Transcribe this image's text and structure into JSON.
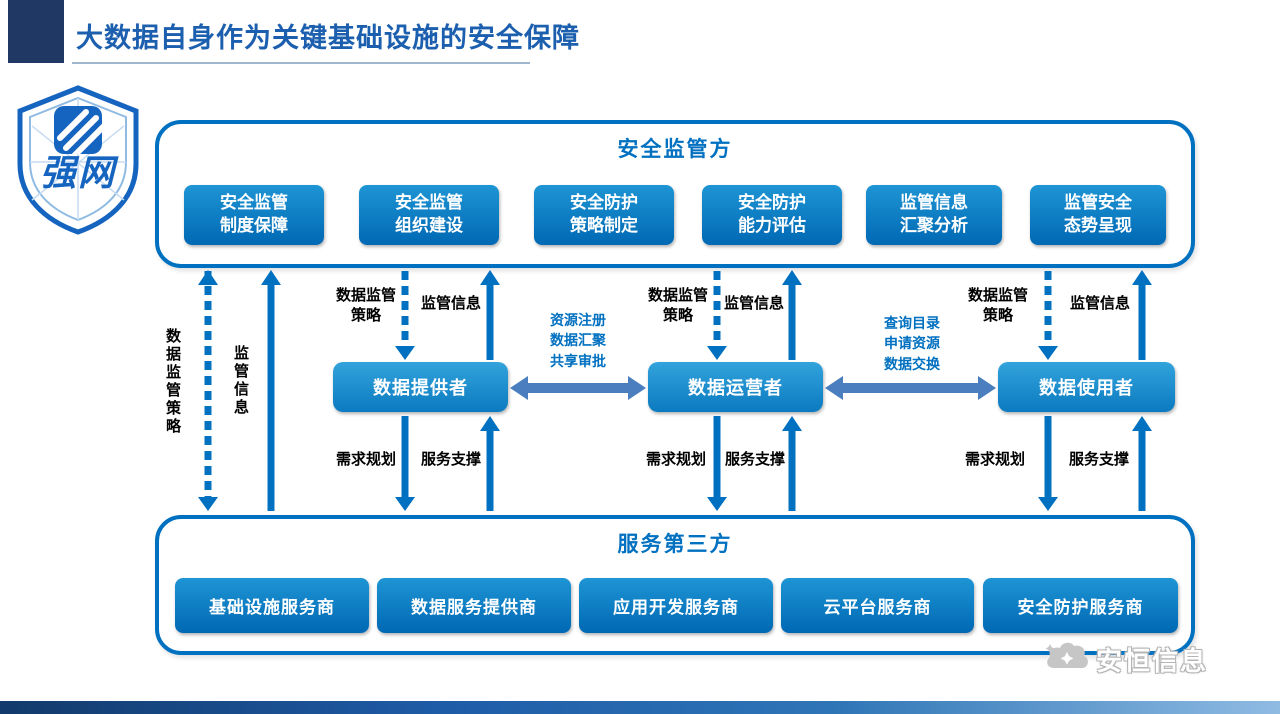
{
  "title": "大数据自身作为关键基础设施的安全保障",
  "logo": {
    "text": "强网"
  },
  "regulator": {
    "title": "安全监管方",
    "boxes": [
      "安全监管\n制度保障",
      "安全监管\n组织建设",
      "安全防护\n策略制定",
      "安全防护\n能力评估",
      "监管信息\n汇聚分析",
      "监管安全\n态势呈现"
    ]
  },
  "actors": {
    "provider": "数据提供者",
    "operator": "数据运营者",
    "user": "数据使用者"
  },
  "flows": {
    "policy": "数据监管\n策略",
    "policy_vertical": "数据监管策略",
    "info": "监管信息",
    "demand": "需求规划",
    "support": "服务支撑",
    "provider_operator": "资源注册\n数据汇聚\n共享审批",
    "operator_user": "查询目录\n申请资源\n数据交换"
  },
  "third_party": {
    "title": "服务第三方",
    "boxes": [
      "基础设施服务商",
      "数据服务提供商",
      "应用开发服务商",
      "云平台服务商",
      "安全防护服务商"
    ]
  },
  "watermark": {
    "text": "安恒信息"
  },
  "colors": {
    "accent": "#0070C0",
    "title_blue": "#1C5FAE",
    "corner_navy": "#1F3864",
    "horizontal_arrow": "#4A7EBE"
  }
}
